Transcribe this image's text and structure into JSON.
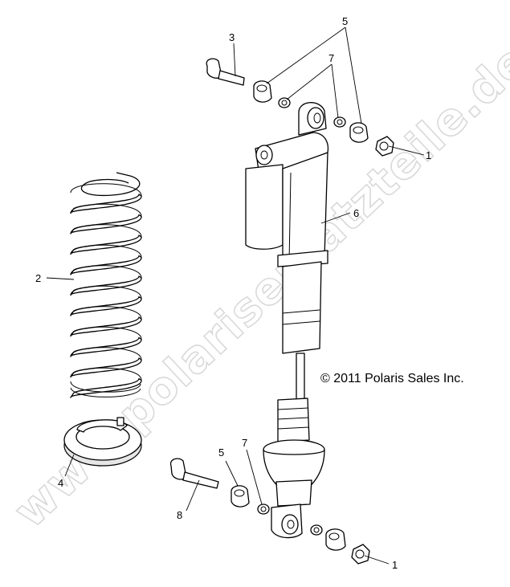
{
  "watermark": "www.polarisersatzteile.de",
  "copyright": "© 2011 Polaris Sales Inc.",
  "callouts": {
    "c1_top": "1",
    "c1_bottom": "1",
    "c2": "2",
    "c3": "3",
    "c4": "4",
    "c5_top": "5",
    "c5_bottom": "5",
    "c6": "6",
    "c7_top": "7",
    "c7_bottom": "7",
    "c8": "8"
  }
}
